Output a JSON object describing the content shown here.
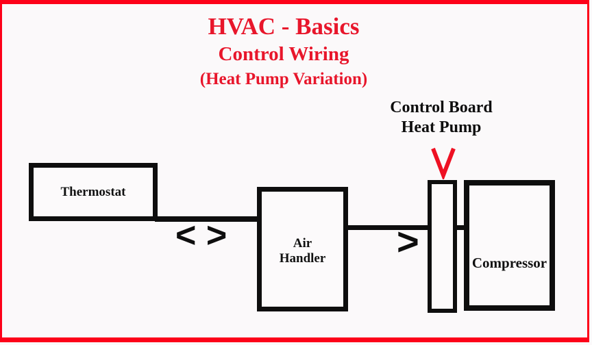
{
  "titles": {
    "main": "HVAC - Basics",
    "subtitle": "Control Wiring",
    "variation": "(Heat Pump Variation)"
  },
  "annotations": {
    "control_board": {
      "line1": "Control Board",
      "line2": "Heat Pump"
    }
  },
  "components": {
    "thermostat": {
      "label": "Thermostat"
    },
    "air_handler": {
      "label_line1": "Air",
      "label_line2": "Handler"
    },
    "control_board": {
      "label": ""
    },
    "compressor": {
      "label": "Compressor"
    }
  },
  "symbols": {
    "bidirectional_chevrons": "< >",
    "right_chevron": ">",
    "down_pointer": "V"
  },
  "colors": {
    "frame_red": "#FD0119",
    "title_red": "#E8162B",
    "arrow_red": "#EE1123",
    "line_black": "#0E0E0E",
    "background": "#FBF9FA",
    "box_fill": "#FCFAFB"
  }
}
